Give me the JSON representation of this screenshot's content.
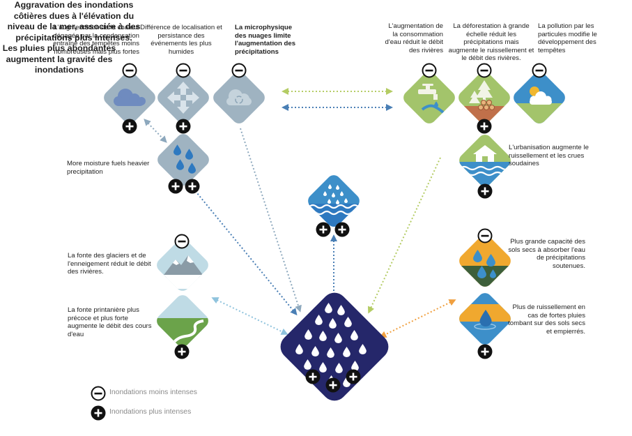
{
  "labels": {
    "heat_condensation": "L'augmentation de la chaleur dégagée par la condensation entraîne des tempêtes moins nombreuses mais plus fortes",
    "location_persistence": "Différence de localisation et persistance des événements les plus humides",
    "cloud_microphysics": "La microphysique des nuages limite l'augmentation des précipitations",
    "water_consumption": "L'augmentation de la consommation d'eau réduit le débit des rivières",
    "deforestation": "La déforestation à grande échelle réduit les précipitations mais augmente le ruissellement et le débit des rivières.",
    "particle_pollution": "La pollution par les particules modifie le développement des tempêtes",
    "moisture_fuels": "More moisture fuels heavier precipitation",
    "coastal_flooding": "Aggravation des inondations côtières dues à l'élévation du niveau de la mer, associée à des précipitations plus intenses.",
    "urbanization": "L'urbanisation augmente le ruissellement et les crues soudaines",
    "glacier_melt": "La fonte des glaciers et de l'enneigement réduit le débit des rivières.",
    "spring_melt": "La fonte printanière plus précoce et plus forte augmente le débit des cours d'eau",
    "dry_soil_absorb": "Plus grande capacité des sols secs à absorber l'eau de précipitations soutenues.",
    "dry_soil_runoff": "Plus de ruissellement en cas de fortes pluies tombant sur des sols secs et empierrés.",
    "central": "Les pluies plus abondantes augmentent la gravité des inondations"
  },
  "legend": {
    "minus_label": "Inondations moins intenses",
    "plus_label": "Inondations plus intenses"
  },
  "colors": {
    "gray_tile": "#9fb3c1",
    "gray_light": "#c5d3dc",
    "green_tile": "#a3c46b",
    "blue_tile": "#3d8fc9",
    "navy_tile": "#25276a",
    "ice_tile": "#bfdbe5",
    "orange_tile": "#f0a82f",
    "dark_green": "#3d5f3a",
    "arrow_gray": "#8da8bd",
    "arrow_blue": "#4a7fb5",
    "arrow_green": "#b4cc64",
    "arrow_orange": "#f0a040",
    "arrow_lightblue": "#8fc3dd"
  }
}
